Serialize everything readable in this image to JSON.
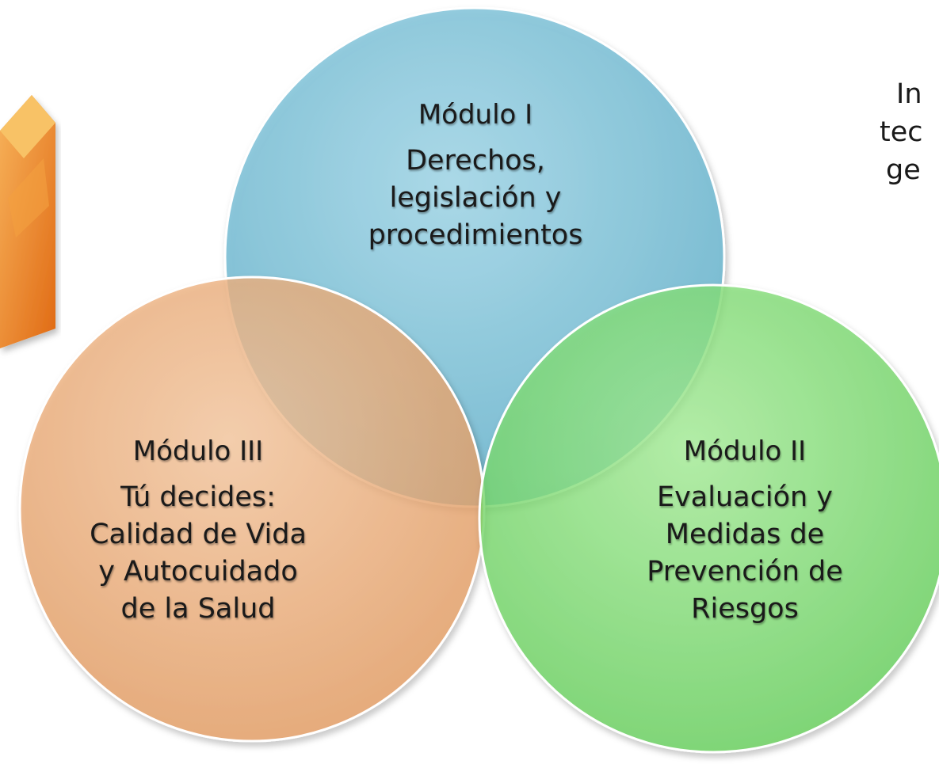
{
  "modules": [
    {
      "id": "module-1",
      "title": "Módulo I",
      "lines": [
        "Derechos,",
        "legislación y",
        "procedimientos"
      ],
      "color": "#7ec5dc"
    },
    {
      "id": "module-2",
      "title": "Módulo II",
      "lines": [
        "Evaluación y",
        "Medidas de",
        "Prevención de",
        "Riesgos"
      ],
      "color": "#8fe482"
    },
    {
      "id": "module-3",
      "title": "Módulo III",
      "lines": [
        "Tú decides:",
        "Calidad de Vida",
        "y  Autocuidado",
        "de la Salud"
      ],
      "color": "#efb27e"
    }
  ],
  "side_text": {
    "lines": [
      "In",
      "tec",
      "ge"
    ]
  },
  "colors": {
    "blue": "#7ec5dc",
    "green": "#8fe482",
    "orange": "#efb27e",
    "cube": "#f08a2a"
  }
}
